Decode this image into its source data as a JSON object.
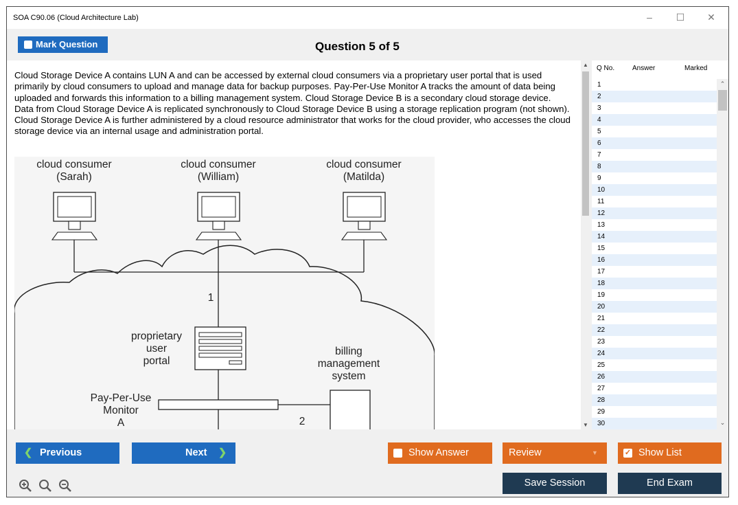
{
  "window": {
    "title": "SOA C90.06 (Cloud Architecture Lab)",
    "controls": {
      "minimize": "–",
      "maximize": "☐",
      "close": "✕"
    }
  },
  "header": {
    "mark_label": "Mark Question",
    "question_title": "Question 5 of 5"
  },
  "question": {
    "text": "Cloud Storage Device A contains LUN A and can be accessed by external cloud consumers via a proprietary user portal that is used primarily by cloud consumers to upload and manage data for backup purposes. Pay-Per-Use Monitor A tracks the amount of data being uploaded and forwards this information to a billing management system. Cloud Storage Device B is a secondary cloud storage device. Data from Cloud Storage Device A is replicated synchronously to Cloud Storage Device B using a storage replication program (not shown). Cloud Storage Device A is further administered by a cloud resource administrator that works for the cloud provider, who accesses the cloud storage device via an internal usage and administration portal."
  },
  "diagram": {
    "consumers": [
      {
        "line1": "cloud consumer",
        "line2": "(Sarah)"
      },
      {
        "line1": "cloud consumer",
        "line2": "(William)"
      },
      {
        "line1": "cloud consumer",
        "line2": "(Matilda)"
      }
    ],
    "portal": [
      "proprietary",
      "user",
      "portal"
    ],
    "billing": [
      "billing",
      "management",
      "system"
    ],
    "monitor": [
      "Pay-Per-Use",
      "Monitor",
      "A"
    ],
    "label_1": "1",
    "label_2": "2"
  },
  "question_list": {
    "headers": {
      "no": "Q No.",
      "answer": "Answer",
      "marked": "Marked"
    },
    "rows": [
      "1",
      "2",
      "3",
      "4",
      "5",
      "6",
      "7",
      "8",
      "9",
      "10",
      "11",
      "12",
      "13",
      "14",
      "15",
      "16",
      "17",
      "18",
      "19",
      "20",
      "21",
      "22",
      "23",
      "24",
      "25",
      "26",
      "27",
      "28",
      "29",
      "30"
    ]
  },
  "footer": {
    "previous": "Previous",
    "next": "Next",
    "show_answer": "Show Answer",
    "review": "Review",
    "show_list": "Show List",
    "save_session": "Save Session",
    "end_exam": "End Exam"
  },
  "icons": {
    "zoom_in": "zoom-in-icon",
    "zoom_reset": "zoom-reset-icon",
    "zoom_out": "zoom-out-icon"
  },
  "colors": {
    "primary_blue": "#1f6bbf",
    "orange": "#e06b1f",
    "dark_navy": "#1f3a52",
    "list_alt_row": "#e6f0fb"
  }
}
